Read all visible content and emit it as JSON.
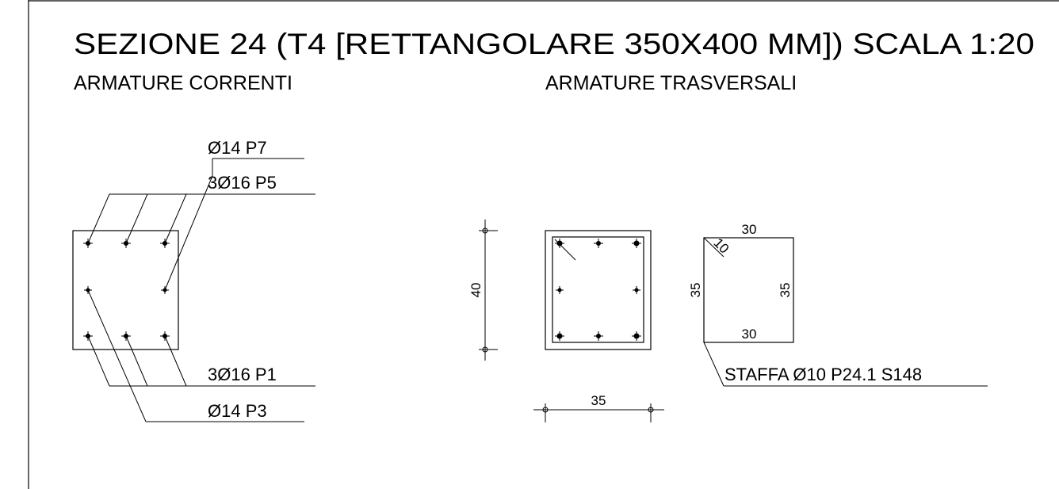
{
  "title": "SEZIONE 24 (T4 [RETTANGOLARE 350X400 MM])  SCALA 1:20",
  "subtitles": {
    "left": "ARMATURE CORRENTI",
    "right": "ARMATURE TRASVERSALI"
  },
  "rebar_labels": {
    "top_side": "Ø14  P7",
    "top": "3Ø16  P5",
    "bottom": "3Ø16  P1",
    "bottom_side": "Ø14  P3"
  },
  "section_dimensions": {
    "height": "40",
    "width": "35"
  },
  "stirrup": {
    "top": "30",
    "bottom": "30",
    "left": "35",
    "right": "35",
    "hook": "10",
    "label": "STAFFA Ø10 P24.1 S148"
  }
}
